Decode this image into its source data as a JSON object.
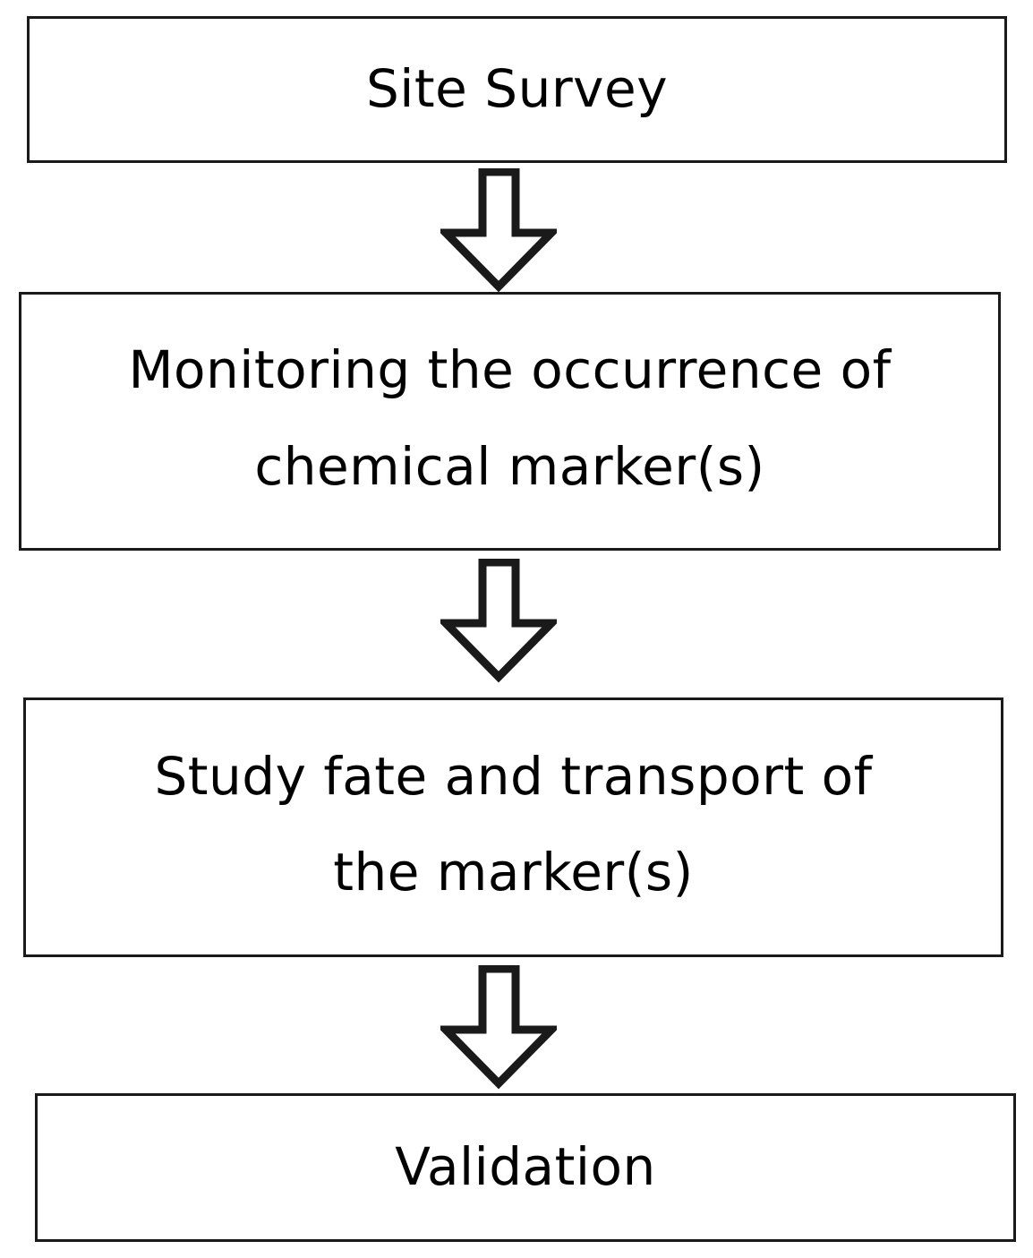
{
  "flowchart": {
    "steps": [
      {
        "label": "Site Survey"
      },
      {
        "label": "Monitoring the occurrence of\nchemical marker(s)"
      },
      {
        "label": "Study fate and transport of\nthe marker(s)"
      },
      {
        "label": "Validation"
      }
    ],
    "arrow_icon": "down-arrow-icon",
    "colors": {
      "stroke": "#1a1a1a",
      "background": "#ffffff",
      "text": "#000000"
    }
  }
}
